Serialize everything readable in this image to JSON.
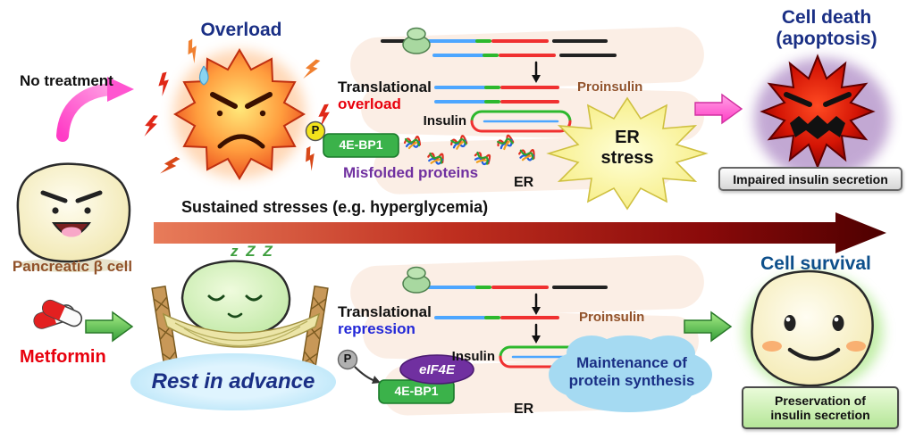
{
  "colors": {
    "title_navy": "#1a2f85",
    "accent_red": "#e8000d",
    "brown": "#91522a",
    "purple": "#7030a0",
    "repression_blue": "#2328d8",
    "badge_green": "#3bb24a",
    "arrow_pink": "#ff55d0",
    "arrow_green": "#4db54a",
    "stress_arrow_dark_red": "#5a0000",
    "burst_yellow": "#fbf498"
  },
  "left": {
    "no_treatment": "No treatment",
    "cell_label": "Pancreatic β cell",
    "metformin": "Metformin"
  },
  "stress_arrow": {
    "label": "Sustained stresses (e.g. hyperglycemia)"
  },
  "top": {
    "title": "Overload",
    "translational": "Translational",
    "mode": "overload",
    "proinsulin": "Proinsulin",
    "insulin": "Insulin",
    "phospho": "P",
    "bp1": "4E-BP1",
    "misfolded": "Misfolded proteins",
    "er": "ER",
    "burst_line1": "ER",
    "burst_line2": "stress",
    "outcome_line1": "Cell death",
    "outcome_line2": "(apoptosis)",
    "result_box": "Impaired insulin secretion"
  },
  "bottom": {
    "zzz": "z Z Z",
    "rest": "Rest in advance",
    "translational": "Translational",
    "mode": "repression",
    "proinsulin": "Proinsulin",
    "insulin": "Insulin",
    "phospho": "P",
    "eif4e": "eIF4E",
    "bp1": "4E-BP1",
    "cloud_line1": "Maintenance of",
    "cloud_line2": "protein synthesis",
    "er": "ER",
    "outcome": "Cell survival",
    "result_line1": "Preservation of",
    "result_line2": "insulin secretion"
  }
}
